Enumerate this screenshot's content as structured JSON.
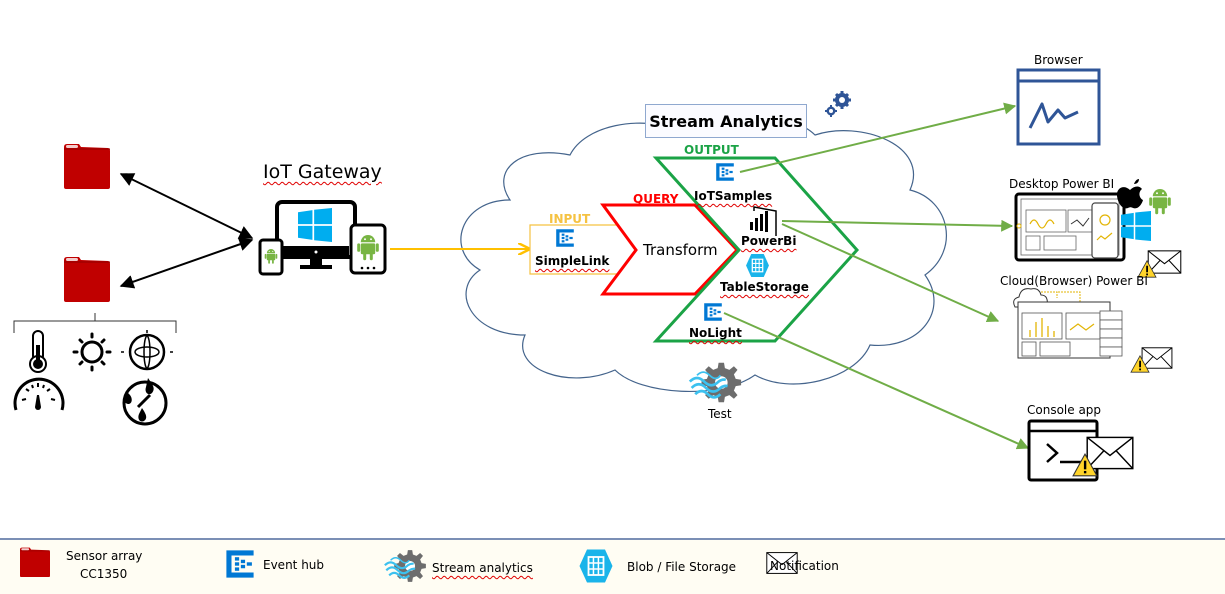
{
  "diagram": {
    "sensors": {
      "icon": "sensor-array-icon",
      "count": 2,
      "sensor_types": [
        "thermometer-icon",
        "sun-light-icon",
        "gyroscope-icon",
        "pressure-gauge-icon",
        "humidity-icon"
      ]
    },
    "gateway": {
      "title": "IoT Gateway",
      "devices": [
        "android-phone-icon",
        "windows-monitor-icon",
        "android-tablet-icon"
      ]
    },
    "stream_analytics": {
      "title": "Stream Analytics",
      "input": {
        "label": "INPUT",
        "name": "SimpleLink"
      },
      "query": {
        "label": "QUERY",
        "name": "Transform"
      },
      "output": {
        "label": "OUTPUT",
        "items": [
          "IoTSamples",
          "PowerBi",
          "TableStorage",
          "NoLight"
        ]
      },
      "test_label": "Test"
    },
    "destinations": {
      "browser": "Browser",
      "desktop_powerbi": "Desktop Power BI",
      "cloud_powerbi": "Cloud(Browser) Power BI",
      "console_app": "Console app"
    },
    "colors": {
      "input": "#f5c242",
      "query": "#ff0000",
      "output": "#1ba346",
      "flow_arrow": "#70ad47",
      "input_arrow": "#ffc000",
      "cloud_stroke": "#44648c",
      "azure_blue": "#0078d4",
      "sensor_red": "#c00000"
    }
  },
  "legend": {
    "items": [
      {
        "icon": "sensor-array-icon",
        "label_line1": "Sensor array",
        "label_line2": "CC1350"
      },
      {
        "icon": "event-hub-icon",
        "label": "Event hub"
      },
      {
        "icon": "stream-analytics-icon",
        "label": "Stream analytics"
      },
      {
        "icon": "blob-storage-icon",
        "label": "Blob / File Storage"
      },
      {
        "icon": "notification-icon",
        "label": "Notification"
      }
    ]
  }
}
